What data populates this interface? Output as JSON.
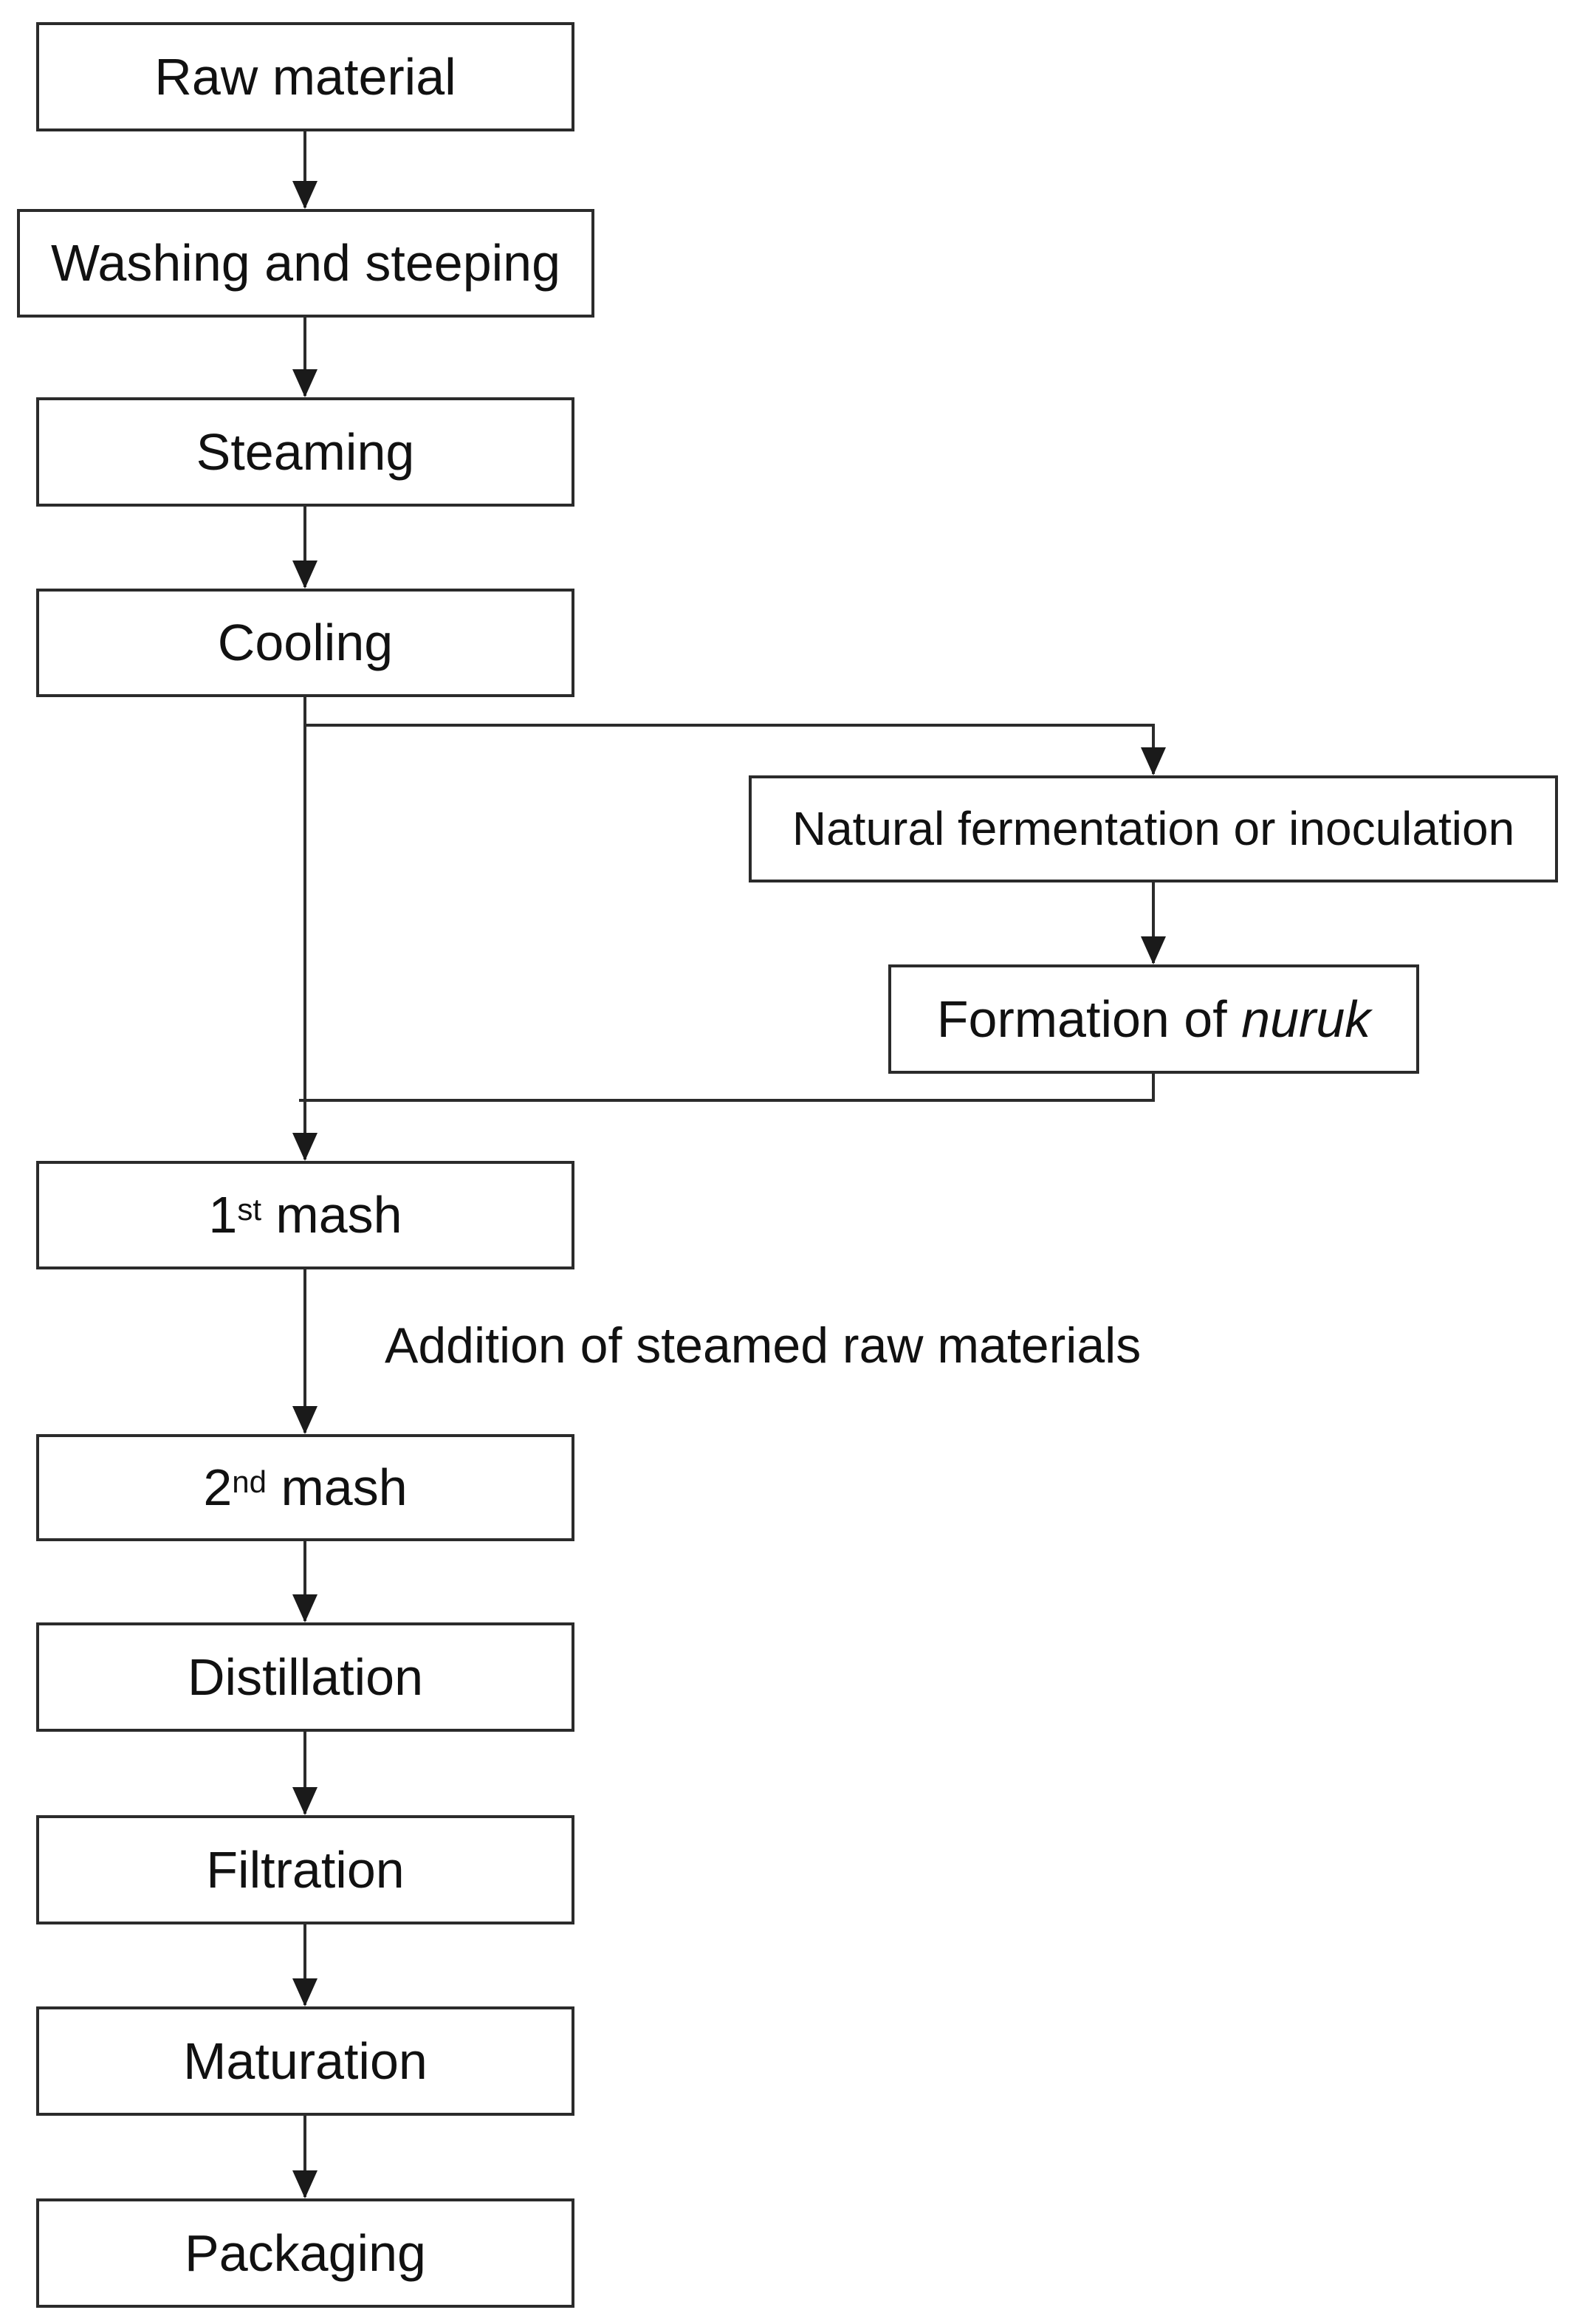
{
  "flowchart": {
    "type": "process-flow-diagram",
    "colors": {
      "background": "#ffffff",
      "box_fill": "#ffffff",
      "box_border": "#2b2b2b",
      "line": "#2b2b2b",
      "arrowhead": "#1a1a1a",
      "text": "#111111"
    },
    "nodes": {
      "raw_material": {
        "label": "Raw material"
      },
      "washing_steeping": {
        "label": "Washing and steeping"
      },
      "steaming": {
        "label": "Steaming"
      },
      "cooling": {
        "label": "Cooling"
      },
      "natural_fermentation": {
        "label": "Natural fermentation or inoculation"
      },
      "nuruk_formation": {
        "label_prefix": "Formation of ",
        "label_italic": "nuruk"
      },
      "first_mash": {
        "label_number": "1",
        "label_ordinal": "st",
        "label_rest": " mash"
      },
      "second_mash": {
        "label_number": "2",
        "label_ordinal": "nd",
        "label_rest": " mash"
      },
      "distillation": {
        "label": "Distillation"
      },
      "filtration": {
        "label": "Filtration"
      },
      "maturation": {
        "label": "Maturation"
      },
      "packaging": {
        "label": "Packaging"
      }
    },
    "edge_annotations": {
      "first_to_second_mash": "Addition of steamed raw materials"
    },
    "edges": [
      {
        "from": "Raw material",
        "to": "Washing and steeping"
      },
      {
        "from": "Washing and steeping",
        "to": "Steaming"
      },
      {
        "from": "Steaming",
        "to": "Cooling"
      },
      {
        "from": "Cooling",
        "to": "1st mash"
      },
      {
        "from": "Cooling",
        "to": "Natural fermentation or inoculation"
      },
      {
        "from": "Natural fermentation or inoculation",
        "to": "Formation of nuruk"
      },
      {
        "from": "Formation of nuruk",
        "to": "1st mash"
      },
      {
        "from": "1st mash",
        "to": "2nd mash",
        "label": "Addition of steamed raw materials"
      },
      {
        "from": "2nd mash",
        "to": "Distillation"
      },
      {
        "from": "Distillation",
        "to": "Filtration"
      },
      {
        "from": "Filtration",
        "to": "Maturation"
      },
      {
        "from": "Maturation",
        "to": "Packaging"
      }
    ]
  }
}
